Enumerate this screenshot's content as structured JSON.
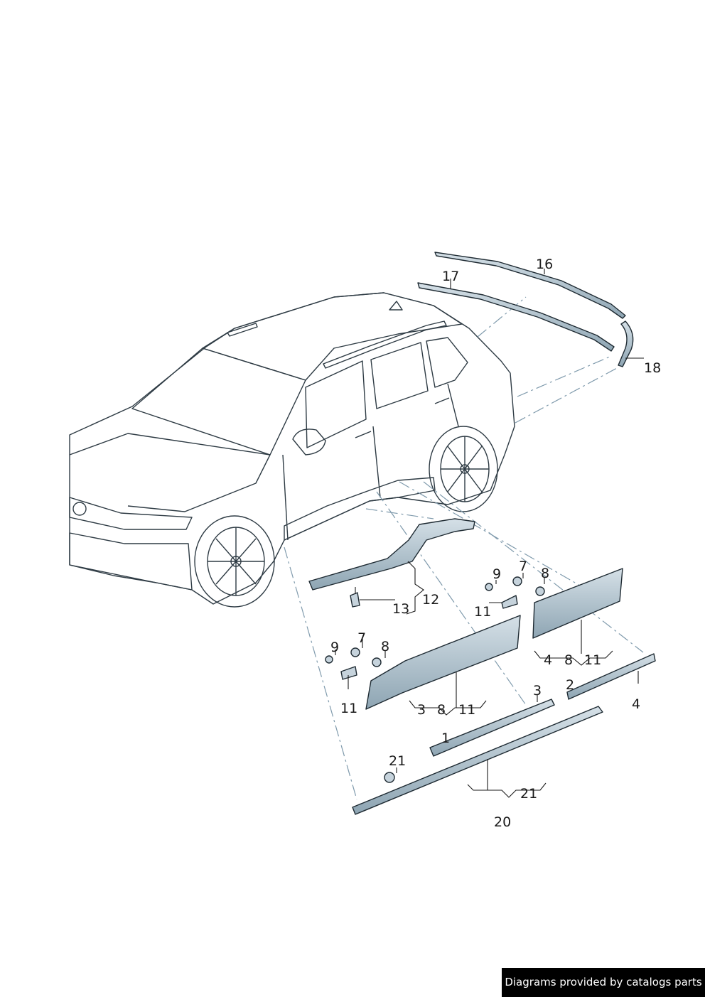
{
  "callouts": {
    "c1": "1",
    "c2": "2",
    "c3a": "3",
    "c3b": "3",
    "c4a": "4",
    "c4b": "4",
    "c7a": "7",
    "c7b": "7",
    "c8a": "8",
    "c8b": "8",
    "c8c": "8",
    "c8d": "8",
    "c9a": "9",
    "c9b": "9",
    "c11a": "11",
    "c11b": "11",
    "c11c": "11",
    "c11d": "11",
    "c12": "12",
    "c13": "13",
    "c16": "16",
    "c17": "17",
    "c18": "18",
    "c20": "20",
    "c21a": "21",
    "c21b": "21"
  },
  "credit": "Diagrams provided by catalogs parts",
  "colors": {
    "body_fill": "#e4ebf0",
    "glass_fill": "#b8cbd6",
    "part_fill": "#aebfca",
    "dash_line": "#7f9aac"
  }
}
